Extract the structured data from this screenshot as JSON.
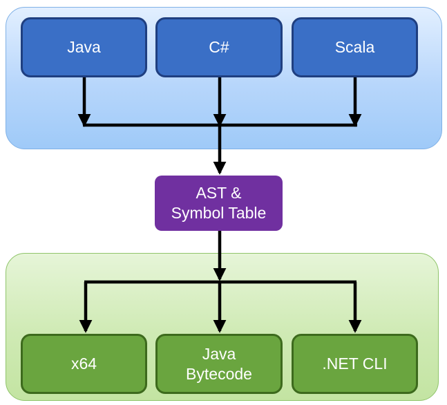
{
  "diagram": {
    "sources": [
      "Java",
      "C#",
      "Scala"
    ],
    "intermediate": "AST &\nSymbol Table",
    "targets": [
      "x64",
      "Java\nBytecode",
      ".NET CLI"
    ]
  },
  "colors": {
    "source_fill": "#3a6fc6",
    "target_fill": "#6aa53f",
    "intermediate_fill": "#7030a0",
    "top_group": "#b7d6fb",
    "bottom_group": "#cfeab4",
    "connector": "#000000"
  }
}
